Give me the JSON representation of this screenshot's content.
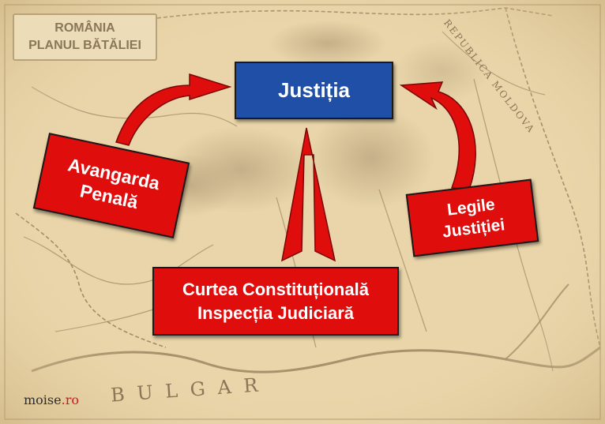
{
  "title": {
    "line1": "ROMÂNIA",
    "line2": "PLANUL BĂTĂLIEI"
  },
  "nodes": {
    "center": {
      "label": "Justiția"
    },
    "left": {
      "line1": "Avangarda",
      "line2": "Penală"
    },
    "right": {
      "line1": "Legile",
      "line2": "Justiției"
    },
    "bottom": {
      "line1": "Curtea Constituțională",
      "line2": "Inspecția Judiciară"
    }
  },
  "map_labels": {
    "moldova": "REPUBLICA MOLDOVA",
    "bulgaria": "B U L G A R"
  },
  "credit": {
    "name": "moise",
    "tld": ".ro"
  },
  "colors": {
    "center": "#1f4fa6",
    "boxes": "#e00d0d",
    "arrows": "#e00d0d",
    "background": "#e8d3a6"
  }
}
